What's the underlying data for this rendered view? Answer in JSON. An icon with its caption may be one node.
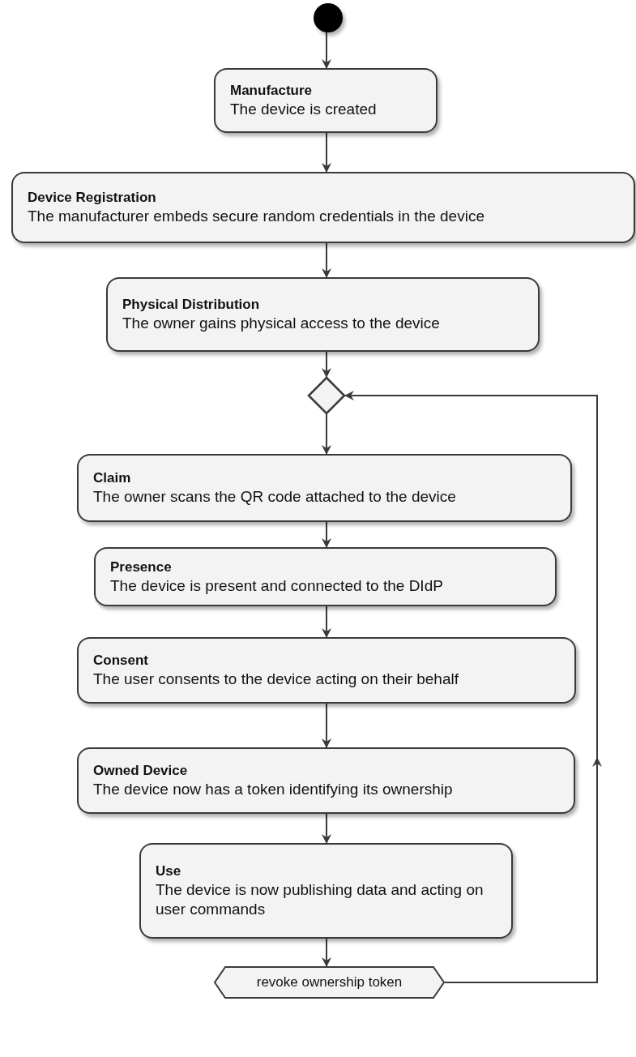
{
  "diagram": {
    "nodes": [
      {
        "text": [],
        "shape": "circle"
      },
      {
        "text": [
          "Manufacture",
          "The device is created"
        ]
      },
      {
        "text": [
          "Device Registration",
          "The manufacturer embeds secure random credentials in the device"
        ]
      },
      {
        "text": [
          "Physical Distribution",
          "The owner gains physical access to the device"
        ]
      },
      {
        "text": [],
        "shape": "diamond"
      },
      {
        "text": [
          "Claim",
          "The owner scans the QR code attached to the device"
        ]
      },
      {
        "text": [
          "Presence",
          "The device is present and connected to the DIdP"
        ]
      },
      {
        "text": [
          "Consent",
          "The user consents to the device acting on their behalf"
        ]
      },
      {
        "text": [
          "Owned Device",
          "The device now has a token identifying its ownership"
        ]
      },
      {
        "text": [
          "Use",
          "The device is now publishing data and acting on user commands"
        ]
      },
      {
        "text": [
          "revoke ownership token"
        ]
      }
    ],
    "edges": [
      {
        "from": 0,
        "to": 1,
        "arrow": "to"
      },
      {
        "from": 1,
        "to": 2,
        "arrow": "to"
      },
      {
        "from": 2,
        "to": 3,
        "arrow": "to"
      },
      {
        "from": 3,
        "to": 4,
        "arrow": "to"
      },
      {
        "from": 4,
        "to": 5,
        "arrow": "to"
      },
      {
        "from": 5,
        "to": 6,
        "arrow": "to"
      },
      {
        "from": 6,
        "to": 7,
        "arrow": "to"
      },
      {
        "from": 7,
        "to": 8,
        "arrow": "to"
      },
      {
        "from": 8,
        "to": 9,
        "arrow": "to"
      },
      {
        "from": 9,
        "to": 10,
        "arrow": "to"
      },
      {
        "from": 10,
        "to": 4,
        "arrow": "to"
      }
    ]
  }
}
